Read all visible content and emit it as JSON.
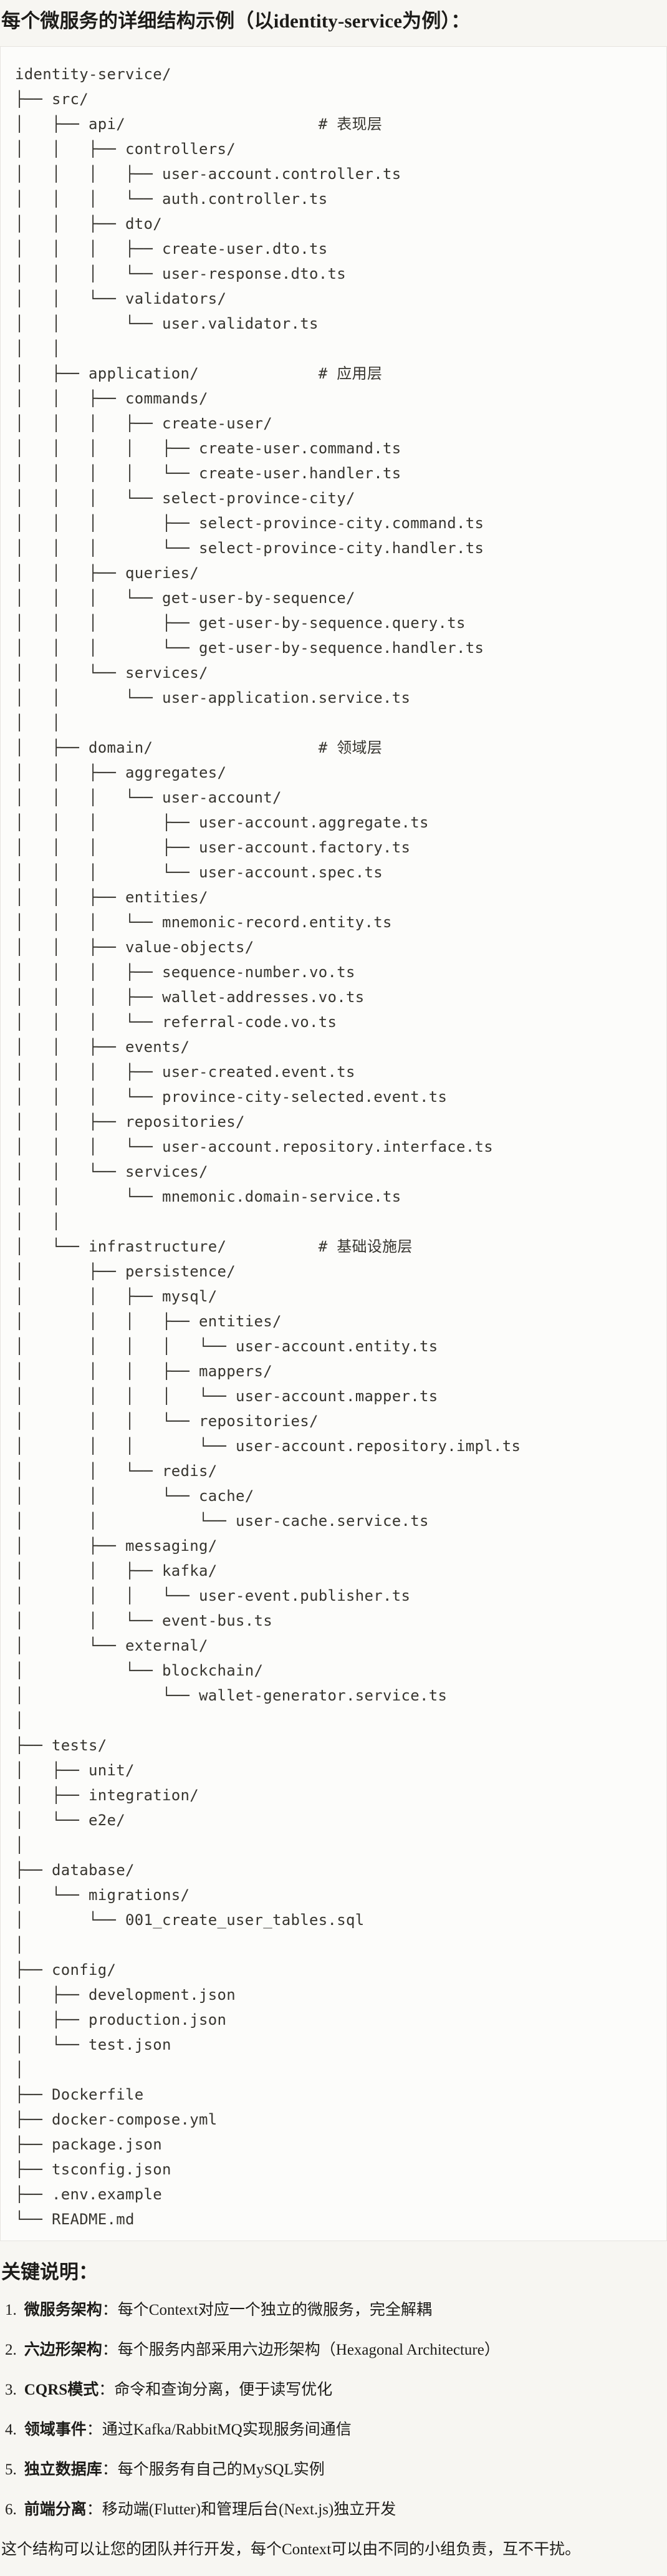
{
  "page": {
    "title": "每个微服务的详细结构示例（以identity-service为例）：",
    "code_block": {
      "lines": [
        "identity-service/",
        "├── src/",
        "│   ├── api/                     # 表现层",
        "│   │   ├── controllers/",
        "│   │   │   ├── user-account.controller.ts",
        "│   │   │   └── auth.controller.ts",
        "│   │   ├── dto/",
        "│   │   │   ├── create-user.dto.ts",
        "│   │   │   └── user-response.dto.ts",
        "│   │   └── validators/",
        "│   │       └── user.validator.ts",
        "│   │",
        "│   ├── application/             # 应用层",
        "│   │   ├── commands/",
        "│   │   │   ├── create-user/",
        "│   │   │   │   ├── create-user.command.ts",
        "│   │   │   │   └── create-user.handler.ts",
        "│   │   │   └── select-province-city/",
        "│   │   │       ├── select-province-city.command.ts",
        "│   │   │       └── select-province-city.handler.ts",
        "│   │   ├── queries/",
        "│   │   │   └── get-user-by-sequence/",
        "│   │   │       ├── get-user-by-sequence.query.ts",
        "│   │   │       └── get-user-by-sequence.handler.ts",
        "│   │   └── services/",
        "│   │       └── user-application.service.ts",
        "│   │",
        "│   ├── domain/                  # 领域层",
        "│   │   ├── aggregates/",
        "│   │   │   └── user-account/",
        "│   │   │       ├── user-account.aggregate.ts",
        "│   │   │       ├── user-account.factory.ts",
        "│   │   │       └── user-account.spec.ts",
        "│   │   ├── entities/",
        "│   │   │   └── mnemonic-record.entity.ts",
        "│   │   ├── value-objects/",
        "│   │   │   ├── sequence-number.vo.ts",
        "│   │   │   ├── wallet-addresses.vo.ts",
        "│   │   │   └── referral-code.vo.ts",
        "│   │   ├── events/",
        "│   │   │   ├── user-created.event.ts",
        "│   │   │   └── province-city-selected.event.ts",
        "│   │   ├── repositories/",
        "│   │   │   └── user-account.repository.interface.ts",
        "│   │   └── services/",
        "│   │       └── mnemonic.domain-service.ts",
        "│   │",
        "│   └── infrastructure/          # 基础设施层",
        "│       ├── persistence/",
        "│       │   ├── mysql/",
        "│       │   │   ├── entities/",
        "│       │   │   │   └── user-account.entity.ts",
        "│       │   │   ├── mappers/",
        "│       │   │   │   └── user-account.mapper.ts",
        "│       │   │   └── repositories/",
        "│       │   │       └── user-account.repository.impl.ts",
        "│       │   └── redis/",
        "│       │       └── cache/",
        "│       │           └── user-cache.service.ts",
        "│       ├── messaging/",
        "│       │   ├── kafka/",
        "│       │   │   └── user-event.publisher.ts",
        "│       │   └── event-bus.ts",
        "│       └── external/",
        "│           └── blockchain/",
        "│               └── wallet-generator.service.ts",
        "│",
        "├── tests/",
        "│   ├── unit/",
        "│   ├── integration/",
        "│   └── e2e/",
        "│",
        "├── database/",
        "│   └── migrations/",
        "│       └── 001_create_user_tables.sql",
        "│",
        "├── config/",
        "│   ├── development.json",
        "│   ├── production.json",
        "│   └── test.json",
        "│",
        "├── Dockerfile",
        "├── docker-compose.yml",
        "├── package.json",
        "├── tsconfig.json",
        "├── .env.example",
        "└── README.md"
      ]
    },
    "notes": {
      "heading": "关键说明：",
      "items": [
        {
          "num": "1.",
          "term": "微服务架构",
          "desc": "：每个Context对应一个独立的微服务，完全解耦"
        },
        {
          "num": "2.",
          "term": "六边形架构",
          "desc": "：每个服务内部采用六边形架构（Hexagonal Architecture）"
        },
        {
          "num": "3.",
          "term": "CQRS模式",
          "desc": "：命令和查询分离，便于读写优化"
        },
        {
          "num": "4.",
          "term": "领域事件",
          "desc": "：通过Kafka/RabbitMQ实现服务间通信"
        },
        {
          "num": "5.",
          "term": "独立数据库",
          "desc": "：每个服务有自己的MySQL实例"
        },
        {
          "num": "6.",
          "term": "前端分离",
          "desc": "：移动端(Flutter)和管理后台(Next.js)独立开发"
        }
      ],
      "closing": "这个结构可以让您的团队并行开发，每个Context可以由不同的小组负责，互不干扰。"
    }
  }
}
